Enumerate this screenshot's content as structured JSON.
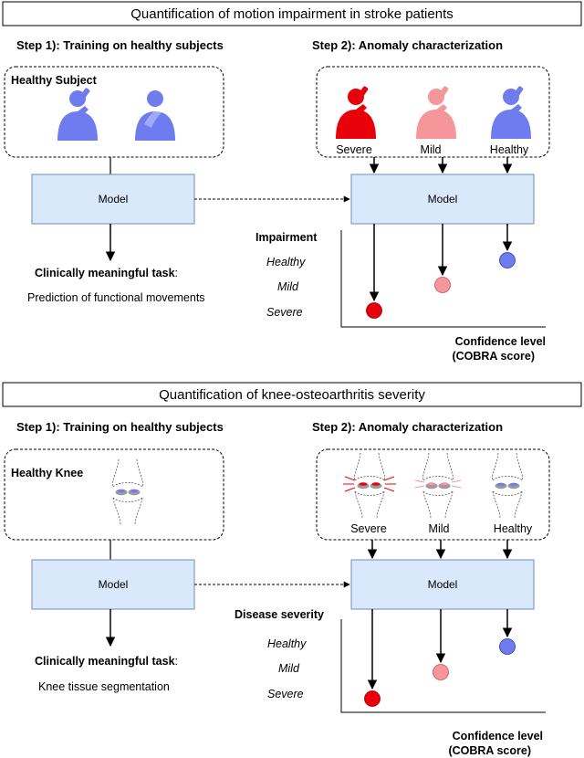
{
  "panels": [
    {
      "title": "Quantification of motion impairment in stroke patients",
      "step1_title": "Step 1): Training on healthy subjects",
      "step2_title": "Step 2): Anomaly characterization",
      "healthy_box_label": "Healthy Subject",
      "model_left": "Model",
      "model_right": "Model",
      "task_title": "Clinically meaningful task",
      "task_colon": ":",
      "task_desc": "Prediction of functional movements",
      "axis_title": "Impairment",
      "levels": [
        "Healthy",
        "Mild",
        "Severe"
      ],
      "categories": [
        "Severe",
        "Mild",
        "Healthy"
      ],
      "confidence_line1": "Confidence level",
      "confidence_line2": "(COBRA score)",
      "icon": "person-drinking-icon"
    },
    {
      "title": "Quantification of knee-osteoarthritis severity",
      "step1_title": "Step 1): Training on healthy subjects",
      "step2_title": "Step 2): Anomaly characterization",
      "healthy_box_label": "Healthy Knee",
      "model_left": "Model",
      "model_right": "Model",
      "task_title": "Clinically meaningful task",
      "task_colon": ":",
      "task_desc": "Knee tissue segmentation",
      "axis_title": "Disease severity",
      "levels": [
        "Healthy",
        "Mild",
        "Severe"
      ],
      "categories": [
        "Severe",
        "Mild",
        "Healthy"
      ],
      "confidence_line1": "Confidence level",
      "confidence_line2": "(COBRA score)",
      "icon": "knee-joint-icon"
    }
  ],
  "colors": {
    "severe": "#e8000b",
    "mild": "#f4969a",
    "healthy": "#6e7cf0",
    "model_fill": "#dae8fc",
    "model_stroke": "#6c8ebf"
  }
}
